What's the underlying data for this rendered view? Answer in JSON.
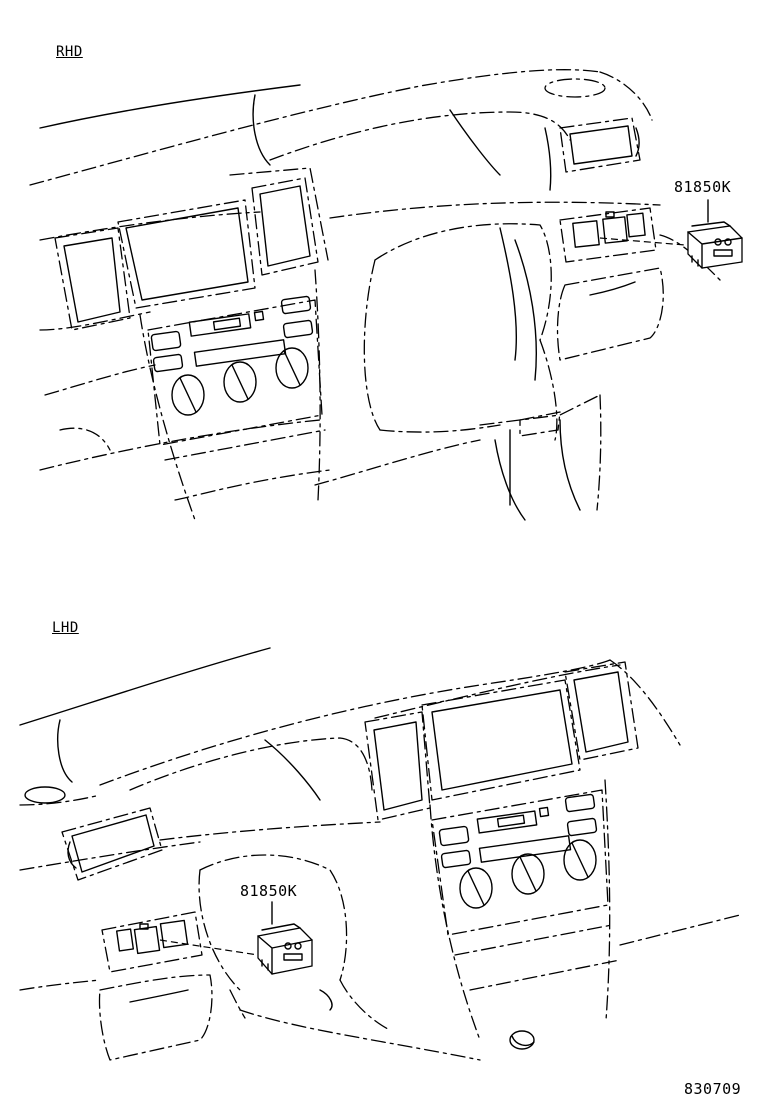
{
  "sections": {
    "rhd": {
      "title": "RHD",
      "part_number": "81850K"
    },
    "lhd": {
      "title": "LHD",
      "part_number": "81850K"
    }
  },
  "illustration_number": "830709"
}
